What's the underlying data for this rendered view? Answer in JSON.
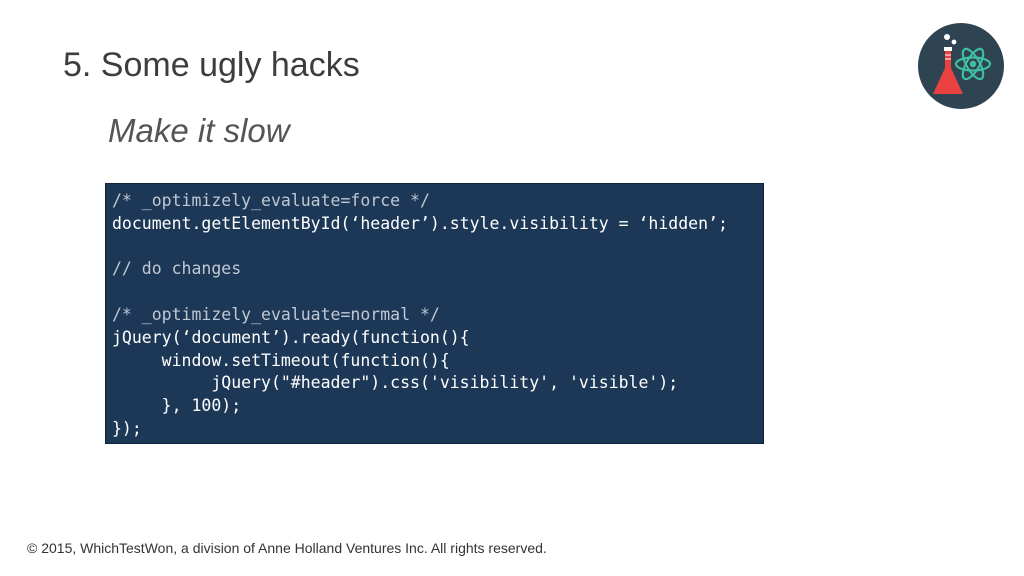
{
  "slide": {
    "title": "5. Some ugly hacks",
    "subtitle": "Make it slow",
    "footer": "© 2015, WhichTestWon, a division of Anne Holland Ventures Inc. All rights reserved."
  },
  "code": {
    "lines": [
      "/* _optimizely_evaluate=force */",
      "document.getElementById(‘header’).style.visibility = ‘hidden’;",
      "",
      "// do changes",
      "",
      "/* _optimizely_evaluate=normal */",
      "jQuery(‘document’).ready(function(){",
      "     window.setTimeout(function(){",
      "          jQuery(\"#header\").css('visibility', 'visible');",
      "     }, 100);",
      "});"
    ]
  },
  "colors": {
    "code_background": "#1d3857",
    "logo_circle": "#2f4453",
    "flask_red": "#e8413f",
    "atom_teal": "#3fbf9f"
  },
  "icons": {
    "logo": "flask-atom-logo-icon"
  }
}
